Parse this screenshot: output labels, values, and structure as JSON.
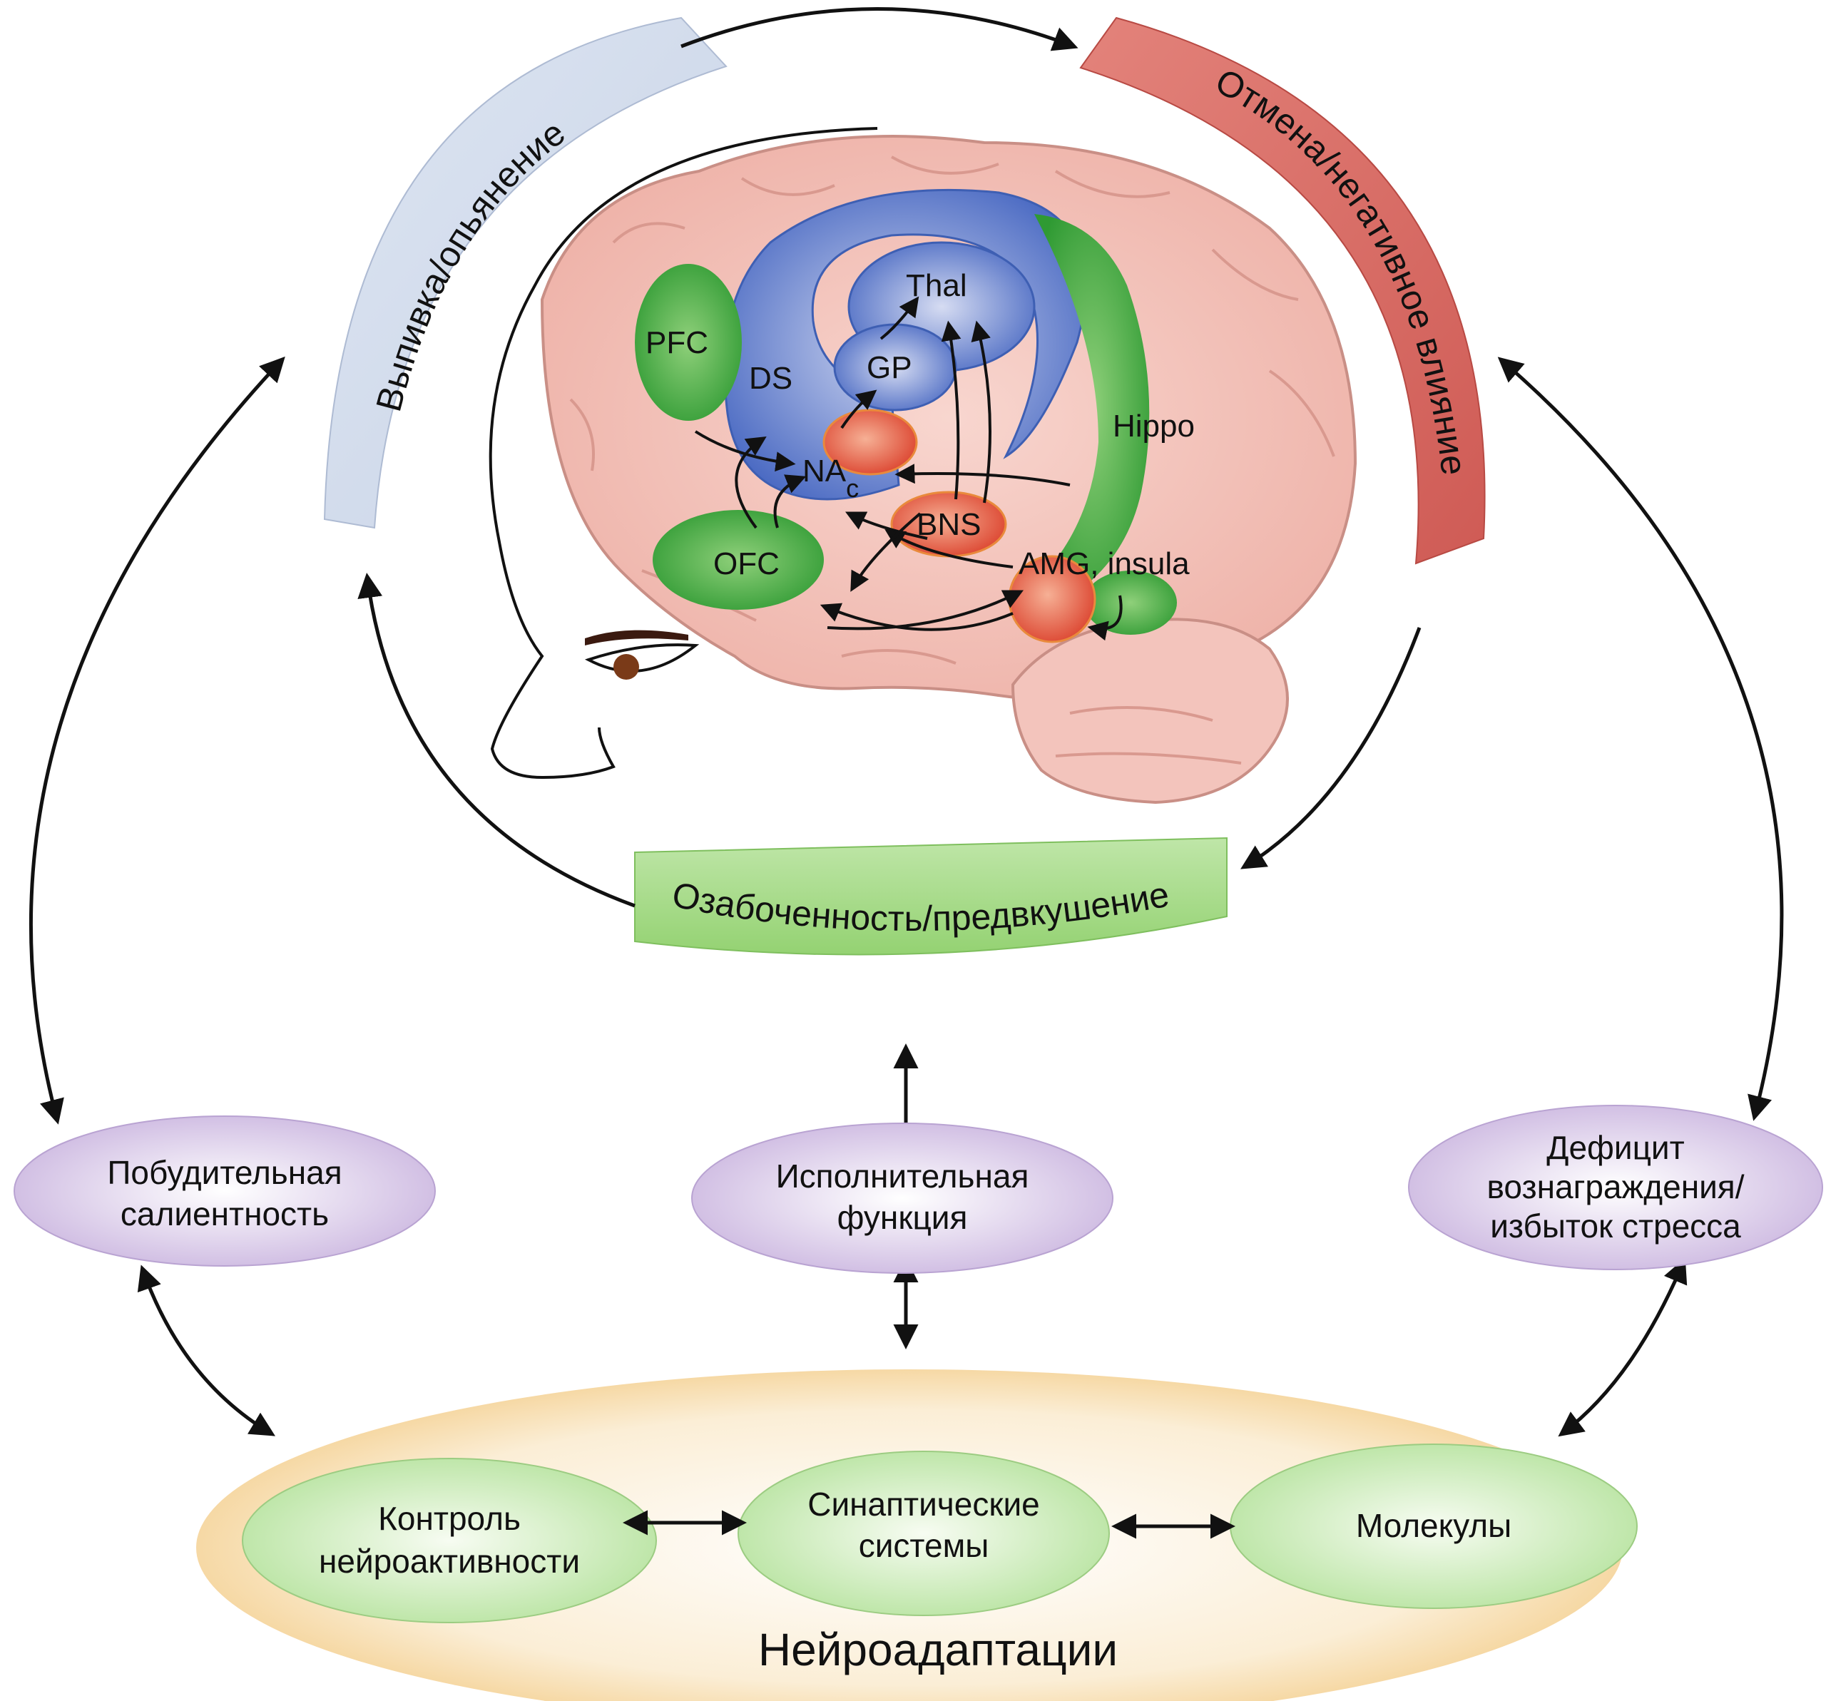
{
  "stages": {
    "binge": "Выпивка/опьянение",
    "withdrawal": "Отмена/негативное влияние",
    "preoccupation": "Озабоченность/предвкушение"
  },
  "regions": {
    "pfc": "PFC",
    "ds": "DS",
    "thal": "Thal",
    "gp": "GP",
    "nac_main": "NA",
    "nac_sub": "c",
    "bns": "BNS",
    "ofc": "OFC",
    "amg": "AMG, insula",
    "hippo": "Hippo"
  },
  "functions": {
    "incentive": [
      "Побудительная",
      "салиентность"
    ],
    "executive": [
      "Исполнительная",
      "функция"
    ],
    "reward_deficit": [
      "Дефицит",
      "вознаграждения/",
      "избыток стресса"
    ]
  },
  "neuroadaptations": {
    "title": "Нейроадаптации",
    "circuit": [
      "Контроль",
      "нейроактивности"
    ],
    "synaptic": [
      "Синаптические",
      "системы"
    ],
    "molecules": "Молекулы"
  },
  "colors": {
    "binge_band": "#d3dded",
    "withdrawal_band": "#d9726a",
    "preoccupation_band": "#a9dc8c",
    "brain": "#f3c3bb",
    "blue_region": "#4a6fc4",
    "green_region": "#3a9d36",
    "red_region": "#e0503a",
    "function_node": "#ddd0ea",
    "neuro_outer": "#f6d9a6",
    "neuro_node": "#d2eec0"
  }
}
